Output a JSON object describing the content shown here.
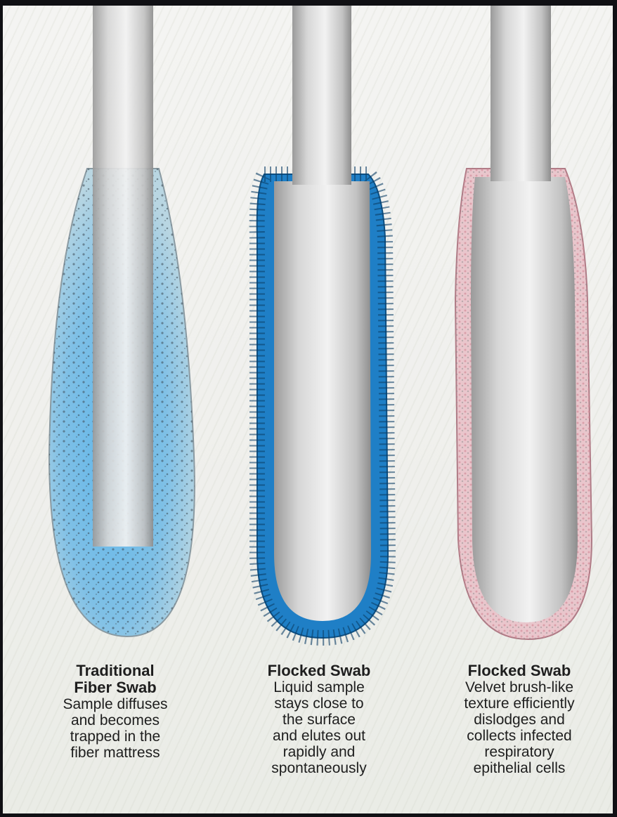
{
  "swabs": [
    {
      "title": "Traditional\nFiber Swab",
      "description": "Sample diffuses\nand becomes\ntrapped in the\nfiber mattress",
      "tip_color": "#5fb3e6"
    },
    {
      "title": "Flocked Swab",
      "description": "Liquid sample\nstays close to\nthe surface\nand elutes out\nrapidly and\nspontaneously",
      "tip_color": "#1e7fc4"
    },
    {
      "title": "Flocked Swab",
      "description": "Velvet brush-like\ntexture efficiently\ndislodges and\ncollects infected\nrespiratory\nepithelial cells",
      "tip_color": "#d9a3ad"
    }
  ]
}
